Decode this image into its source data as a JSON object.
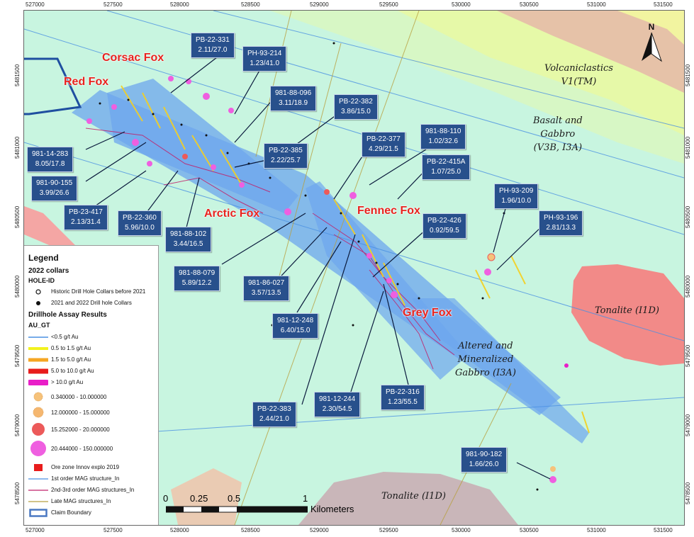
{
  "map": {
    "easting_ticks": [
      "527000",
      "527500",
      "528000",
      "528500",
      "529000",
      "529500",
      "530000",
      "530500",
      "531000",
      "531500"
    ],
    "northing_ticks": [
      "5481500",
      "5481000",
      "5480500",
      "5480000",
      "5479500",
      "5479000",
      "5478500"
    ],
    "north_label": "N",
    "zone_labels": {
      "corsac": "Corsac Fox",
      "red": "Red Fox",
      "arctic": "Arctic Fox",
      "fennec": "Fennec Fox",
      "grey": "Grey Fox"
    },
    "geology": {
      "volcaniclastics_1": "Volcaniclastics",
      "volcaniclastics_2": "V1(TM)",
      "basalt_1": "Basalt and",
      "basalt_2": "Gabbro",
      "basalt_3": "(V3B, I3A)",
      "tonalite_east": "Tonalite (I1D)",
      "altered_1": "Altered and",
      "altered_2": "Mineralized",
      "altered_3": "Gabbro (I3A)",
      "tonalite_south": "Tonalite (I1D)"
    },
    "callouts": [
      {
        "id": "PB-22-331",
        "value": "2.11/27.0"
      },
      {
        "id": "PH-93-214",
        "value": "1.23/41.0"
      },
      {
        "id": "981-88-096",
        "value": "3.11/18.9"
      },
      {
        "id": "PB-22-382",
        "value": "3.86/15.0"
      },
      {
        "id": "981-88-110",
        "value": "1.02/32.6"
      },
      {
        "id": "PB-22-377",
        "value": "4.29/21.5"
      },
      {
        "id": "PB-22-385",
        "value": "2.22/25.7"
      },
      {
        "id": "PB-22-415A",
        "value": "1.07/25.0"
      },
      {
        "id": "981-14-283",
        "value": "8.05/17.8"
      },
      {
        "id": "981-90-155",
        "value": "3.99/26.6"
      },
      {
        "id": "PB-23-417",
        "value": "2.13/31.4"
      },
      {
        "id": "PB-22-360",
        "value": "5.96/10.0"
      },
      {
        "id": "981-88-102",
        "value": "3.44/16.5"
      },
      {
        "id": "PH-93-209",
        "value": "1.96/10.0"
      },
      {
        "id": "PH-93-196",
        "value": "2.81/13.3"
      },
      {
        "id": "PB-22-426",
        "value": "0.92/59.5"
      },
      {
        "id": "981-88-079",
        "value": "5.89/12.2"
      },
      {
        "id": "981-86-027",
        "value": "3.57/13.5"
      },
      {
        "id": "981-12-248",
        "value": "6.40/15.0"
      },
      {
        "id": "PB-22-316",
        "value": "1.23/55.5"
      },
      {
        "id": "981-12-244",
        "value": "2.30/54.5"
      },
      {
        "id": "PB-22-383",
        "value": "2.44/21.0"
      },
      {
        "id": "981-90-182",
        "value": "1.66/26.0"
      }
    ]
  },
  "legend": {
    "title": "Legend",
    "collars_title": "2022 collars",
    "hole_id_title": "HOLE-ID",
    "historic": "Historic Drill Hole Collars before 2021",
    "recent": "2021 and 2022 Drill hole Collars",
    "assay_title": "Drillhole Assay Results",
    "au_title": "AU_GT",
    "lines": [
      {
        "label": "<0.5 g/t Au",
        "color": "#4a90e2"
      },
      {
        "label": "0.5 to 1.5 g/t Au",
        "color": "#f2f21e"
      },
      {
        "label": "1.5 to 5.0 g/t Au",
        "color": "#f5a623"
      },
      {
        "label": "5.0 to 10.0 g/t Au",
        "color": "#e81c1c"
      },
      {
        "label": "> 10.0 g/t Au",
        "color": "#e91ec8"
      }
    ],
    "circles": [
      {
        "label": "0.340000 - 10.000000",
        "color": "#f6c27a"
      },
      {
        "label": "12.000000 - 15.000000",
        "color": "#f5b770"
      },
      {
        "label": "15.252000 - 20.000000",
        "color": "#ec5a5a"
      },
      {
        "label": "20.444000 - 150.000000",
        "color": "#ef5fe0"
      }
    ],
    "ore_zone": "Ore zone Innov explo 2019",
    "first_order": "1st order MAG structure_In",
    "second_order": "2nd-3rd order MAG structures_In",
    "late": "Late MAG structures_In",
    "claim": "Claim Boundary"
  },
  "scale": {
    "labels": [
      "0",
      "0.25",
      "0.5",
      "1"
    ],
    "unit": "Kilometers"
  }
}
